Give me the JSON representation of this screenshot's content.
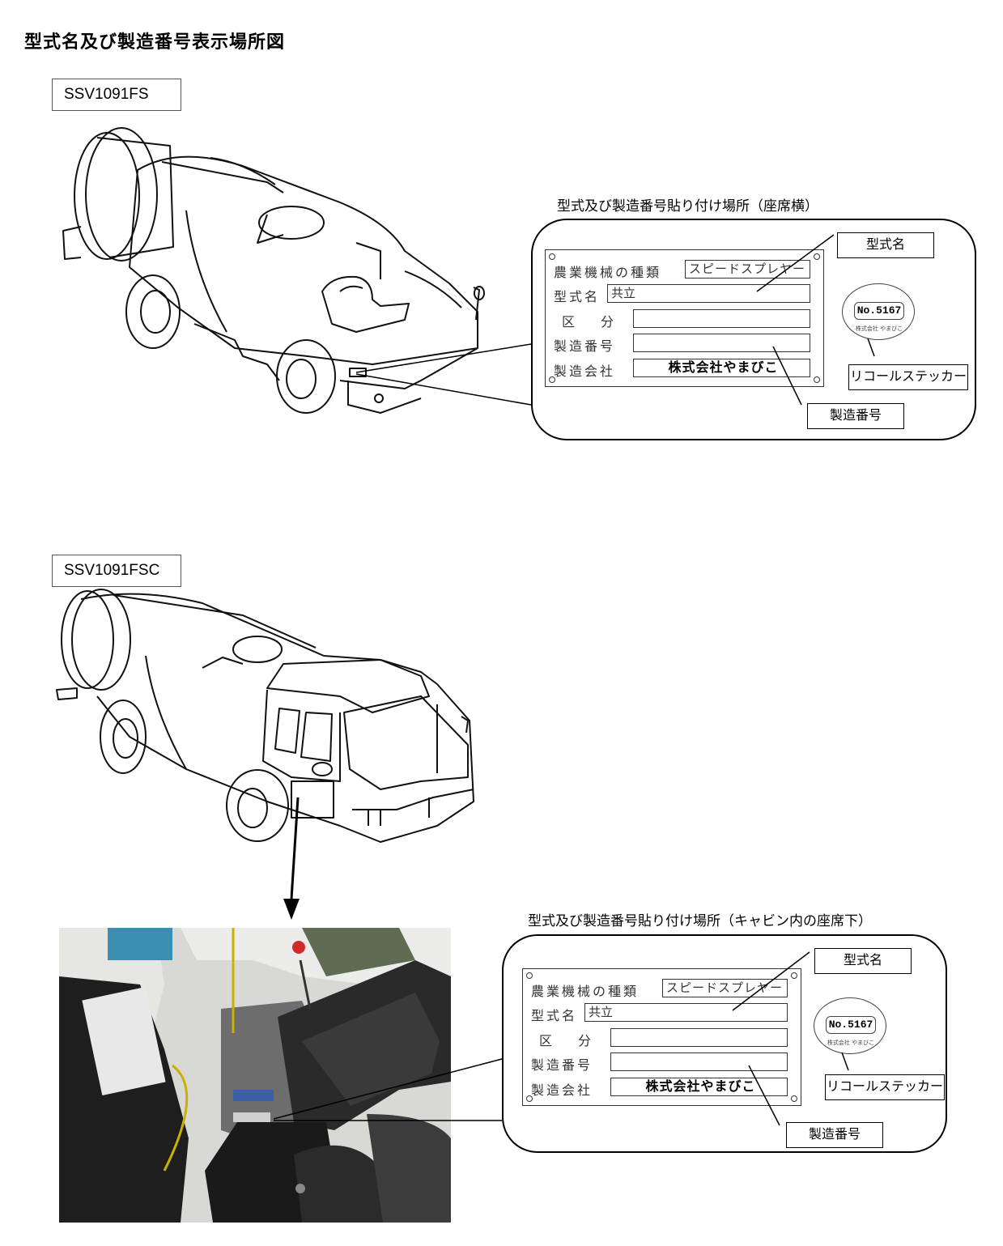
{
  "page_title": "型式名及び製造番号表示場所図",
  "sections": [
    {
      "model": "SSV1091FS",
      "caption": "型式及び製造番号貼り付け場所（座席横）"
    },
    {
      "model": "SSV1091FSC",
      "caption": "型式及び製造番号貼り付け場所（キャビン内の座席下）"
    }
  ],
  "plate": {
    "machine_type_label": "農業機械の種類",
    "machine_type_value": "スピードスプレヤー",
    "model_label": "型式名",
    "model_value": "共立",
    "category_label": "区　分",
    "serial_label": "製造番号",
    "maker_label": "製造会社",
    "maker_value": "株式会社やまびこ"
  },
  "sticker": {
    "number": "No.5167",
    "ring_text_top": "",
    "ring_text_bottom": "株式会社 やまびこ"
  },
  "tags": {
    "model_name": "型式名",
    "serial_number": "製造番号",
    "recall_sticker": "リコールステッカー"
  }
}
